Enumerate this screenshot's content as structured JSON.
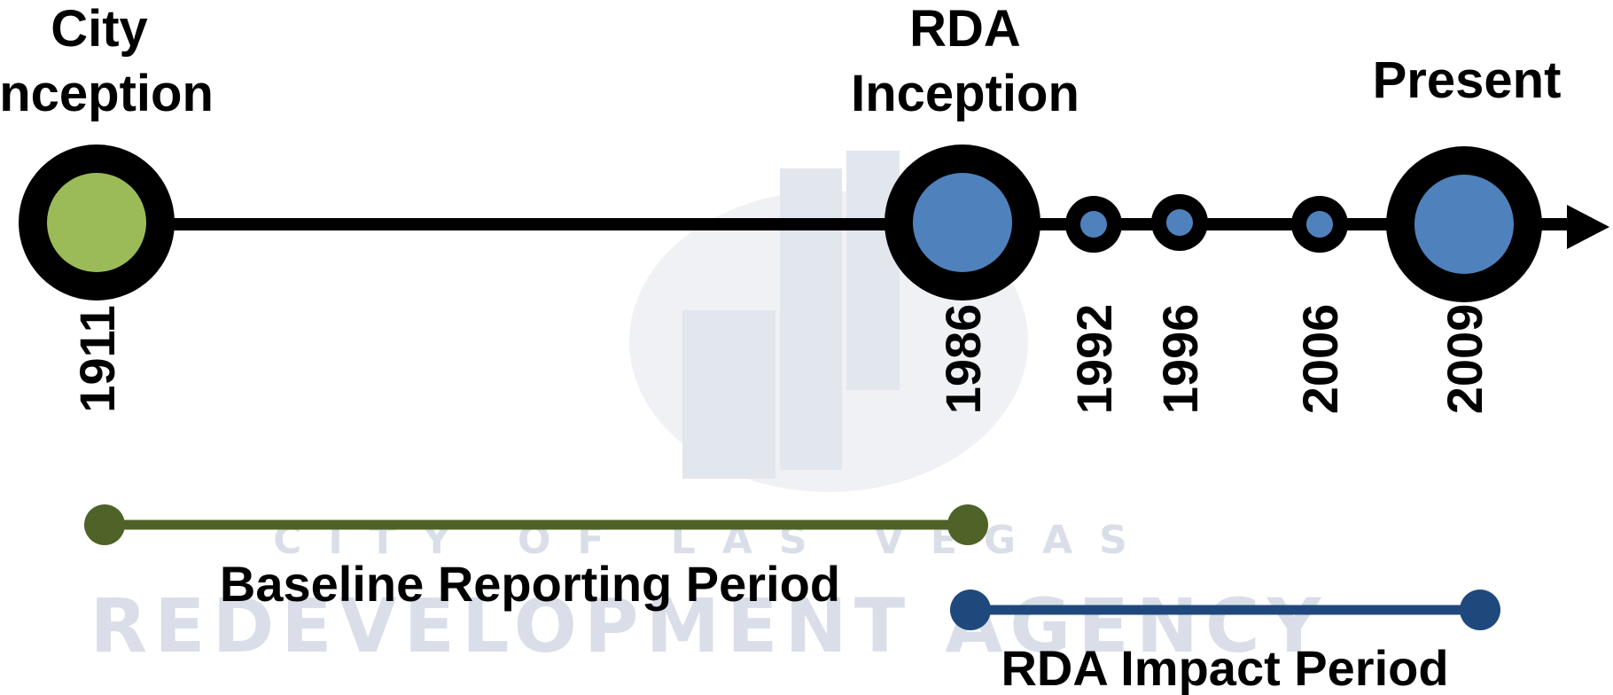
{
  "timeline": {
    "events": [
      {
        "label_lines": [
          "City",
          "Inception"
        ],
        "year": "1911",
        "size": "major",
        "fill": "#9bbb59"
      },
      {
        "label_lines": [
          "RDA",
          "Inception"
        ],
        "year": "1986",
        "size": "major",
        "fill": "#4f81bd"
      },
      {
        "label_lines": [],
        "year": "1992",
        "size": "minor",
        "fill": "#4f81bd"
      },
      {
        "label_lines": [],
        "year": "1996",
        "size": "minor",
        "fill": "#4f81bd"
      },
      {
        "label_lines": [],
        "year": "2006",
        "size": "minor",
        "fill": "#4f81bd"
      },
      {
        "label_lines": [
          "Present"
        ],
        "year": "2009",
        "size": "major",
        "fill": "#4f81bd"
      }
    ],
    "axis_color": "#000000"
  },
  "periods": {
    "baseline": {
      "label": "Baseline Reporting Period",
      "from": "1911",
      "to": "1986",
      "color": "#4f6228"
    },
    "impact": {
      "label": "RDA Impact Period",
      "from": "1986",
      "to": "2009",
      "color": "#1f497d"
    }
  },
  "watermark": {
    "line1": "CITY OF LAS VEGAS",
    "line2": "REDEVELOPMENT AGENCY"
  }
}
